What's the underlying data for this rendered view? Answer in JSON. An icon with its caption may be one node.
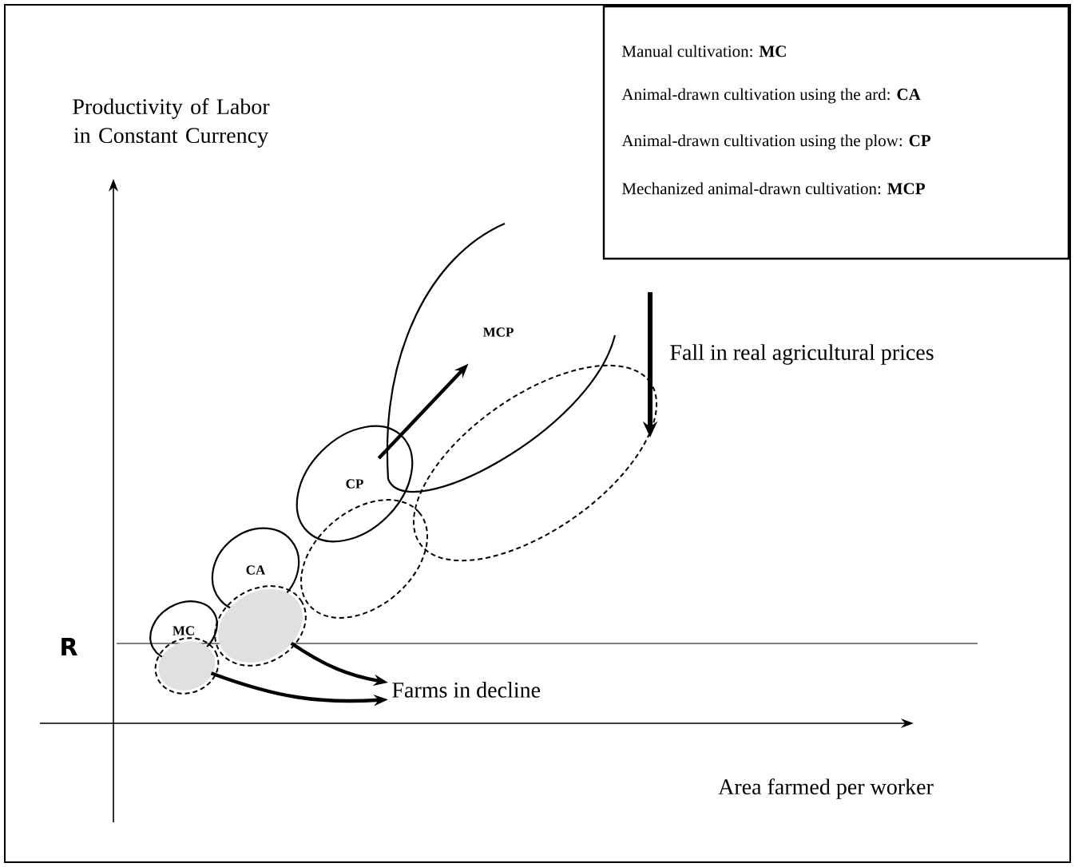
{
  "diagram": {
    "nodes": [
      {
        "text": [
          "MC"
        ]
      },
      {
        "text": [
          "CA"
        ]
      },
      {
        "text": [
          "CP"
        ]
      },
      {
        "text": [
          "MCP"
        ]
      },
      {
        "text": [],
        "shape": "circle"
      },
      {
        "text": [],
        "shape": "circle"
      },
      {
        "text": [],
        "shape": "circle"
      },
      {
        "text": [],
        "shape": "circle"
      },
      {
        "text": [
          "Farms in decline"
        ]
      }
    ],
    "edges": [
      {
        "from": 2,
        "to": 3,
        "arrow": "to"
      },
      {
        "from": 4,
        "to": 8,
        "arrow": "to"
      },
      {
        "from": 5,
        "to": 8,
        "arrow": "to"
      }
    ],
    "labels": [
      "Manual cultivation: **MC**",
      "Animal-drawn cultivation using the ard: **CA**",
      "Animal-drawn cultivation using the plow: **CP**",
      "Mechanized animal-drawn cultivation: **MCP**",
      "Productivity of Labor in Constant Currency",
      "Fall in real agricultural prices",
      "R",
      "Area farmed per worker"
    ]
  }
}
